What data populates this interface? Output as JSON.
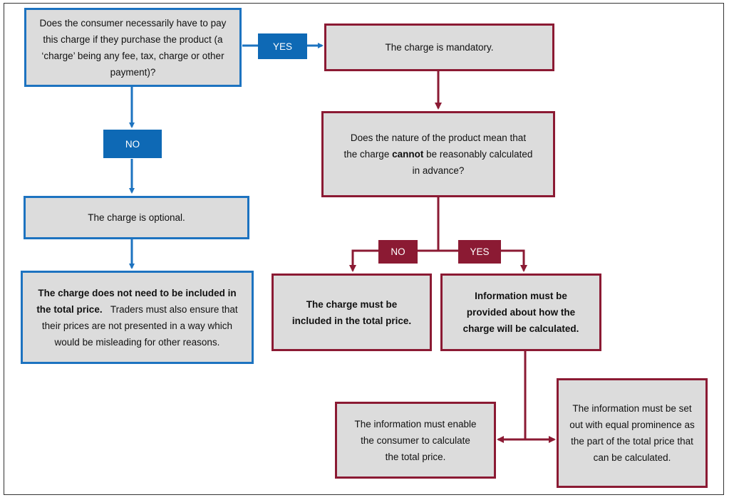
{
  "diagram": {
    "q1": "Does the consumer necessarily have to pay this charge if they purchase the product (a ‘charge’ being any fee, tax, charge or other payment)?",
    "yes1": "YES",
    "no1": "NO",
    "mandatory": "The charge is mandatory.",
    "q2_part1": "Does the nature of the product mean that the charge ",
    "q2_bold": "cannot",
    "q2_part2": " be reasonably calculated in advance?",
    "optional": "The charge is optional.",
    "not_included_bold": "The charge does not need to be included in the total price.",
    "not_included_rest": "Traders must also ensure that their prices are not presented in a way which would be misleading for other reasons.",
    "no2": "NO",
    "yes2": "YES",
    "must_include": "The charge must be included in the total price.",
    "info_provided": "Information must be provided about how the charge will be calculated.",
    "enable_calc": "The information must enable the consumer to calculate the total price.",
    "equal_prominence": "The information must be set out with equal prominence as the part of the total price that can be calculated.",
    "colors": {
      "blue": "#1d73c0",
      "red": "#8b1a33",
      "fill": "#dcdcdc"
    }
  }
}
